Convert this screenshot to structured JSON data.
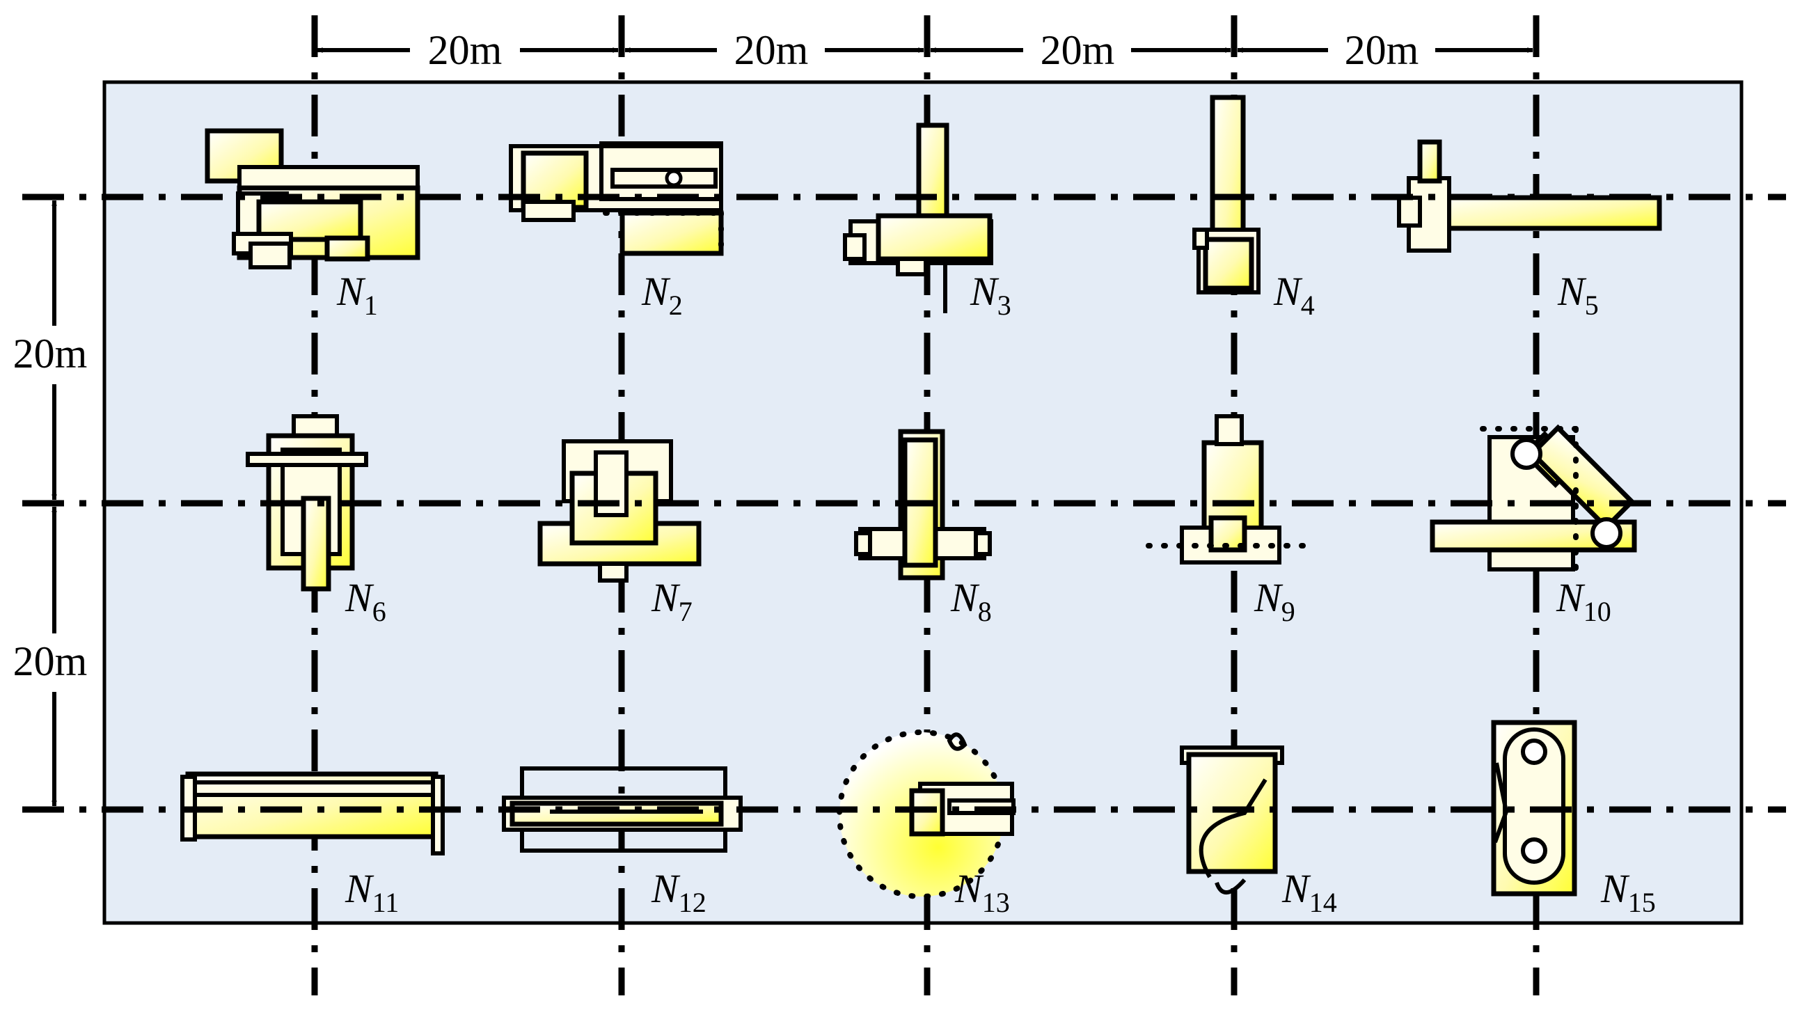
{
  "spacing": {
    "horizontal": [
      "20m",
      "20m",
      "20m",
      "20m"
    ],
    "vertical": [
      "20m",
      "20m"
    ]
  },
  "nodes": [
    {
      "id": "N1",
      "letter": "N",
      "sub": "1"
    },
    {
      "id": "N2",
      "letter": "N",
      "sub": "2"
    },
    {
      "id": "N3",
      "letter": "N",
      "sub": "3"
    },
    {
      "id": "N4",
      "letter": "N",
      "sub": "4"
    },
    {
      "id": "N5",
      "letter": "N",
      "sub": "5"
    },
    {
      "id": "N6",
      "letter": "N",
      "sub": "6"
    },
    {
      "id": "N7",
      "letter": "N",
      "sub": "7"
    },
    {
      "id": "N8",
      "letter": "N",
      "sub": "8"
    },
    {
      "id": "N9",
      "letter": "N",
      "sub": "9"
    },
    {
      "id": "N10",
      "letter": "N",
      "sub": "10"
    },
    {
      "id": "N11",
      "letter": "N",
      "sub": "11"
    },
    {
      "id": "N12",
      "letter": "N",
      "sub": "12"
    },
    {
      "id": "N13",
      "letter": "N",
      "sub": "13"
    },
    {
      "id": "N14",
      "letter": "N",
      "sub": "14"
    },
    {
      "id": "N15",
      "letter": "N",
      "sub": "15"
    }
  ],
  "colors": {
    "floor": "#e4ecf6",
    "machine_fill": "#ffff33",
    "machine_light": "#ffffff",
    "line": "#000000"
  }
}
